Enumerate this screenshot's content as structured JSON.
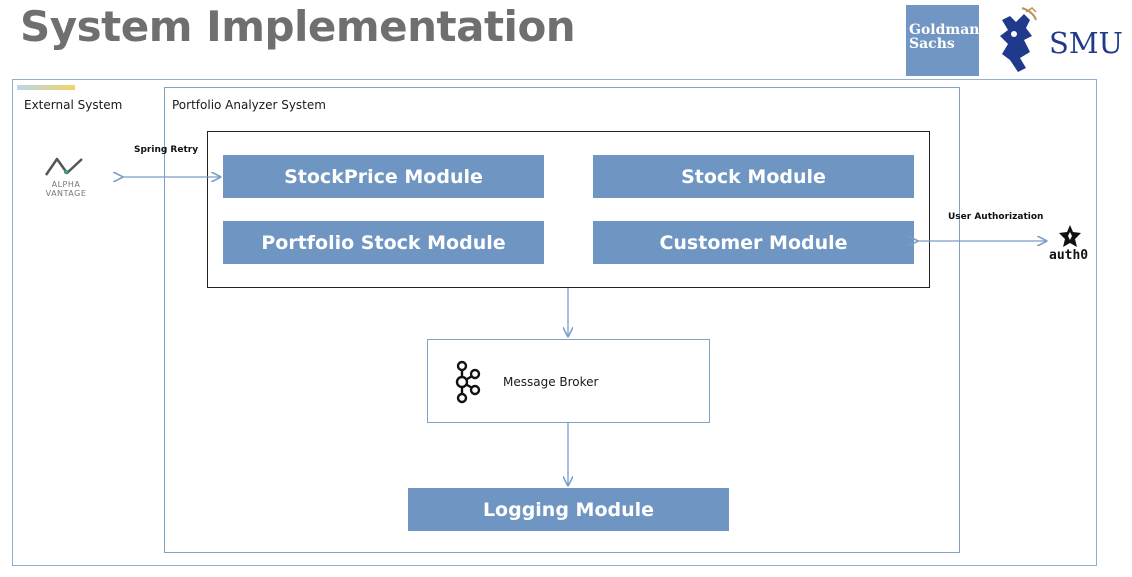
{
  "slide": {
    "title": "System Implementation"
  },
  "logos": {
    "gs_line1": "Goldman",
    "gs_line2": "Sachs",
    "gs_color": "#7196c4",
    "smu_text": "SMU",
    "alpha_vantage_line1": "ALPHA",
    "alpha_vantage_line2": "VANTAGE",
    "auth0_text": "auth0"
  },
  "diagram": {
    "external_system_label": "External System",
    "portfolio_system_label": "Portfolio Analyzer System",
    "modules": {
      "stockprice": "StockPrice  Module",
      "stock": "Stock Module",
      "portfolio_stock": "Portfolio Stock Module",
      "customer": "Customer Module",
      "logging": "Logging Module"
    },
    "message_broker_label": "Message Broker",
    "spring_retry_label": "Spring Retry",
    "user_authorization_label": "User Authorization",
    "module_color": "#6f95c2",
    "arrow_color": "#7a9cc6",
    "border_color": "#8fb0cf"
  }
}
